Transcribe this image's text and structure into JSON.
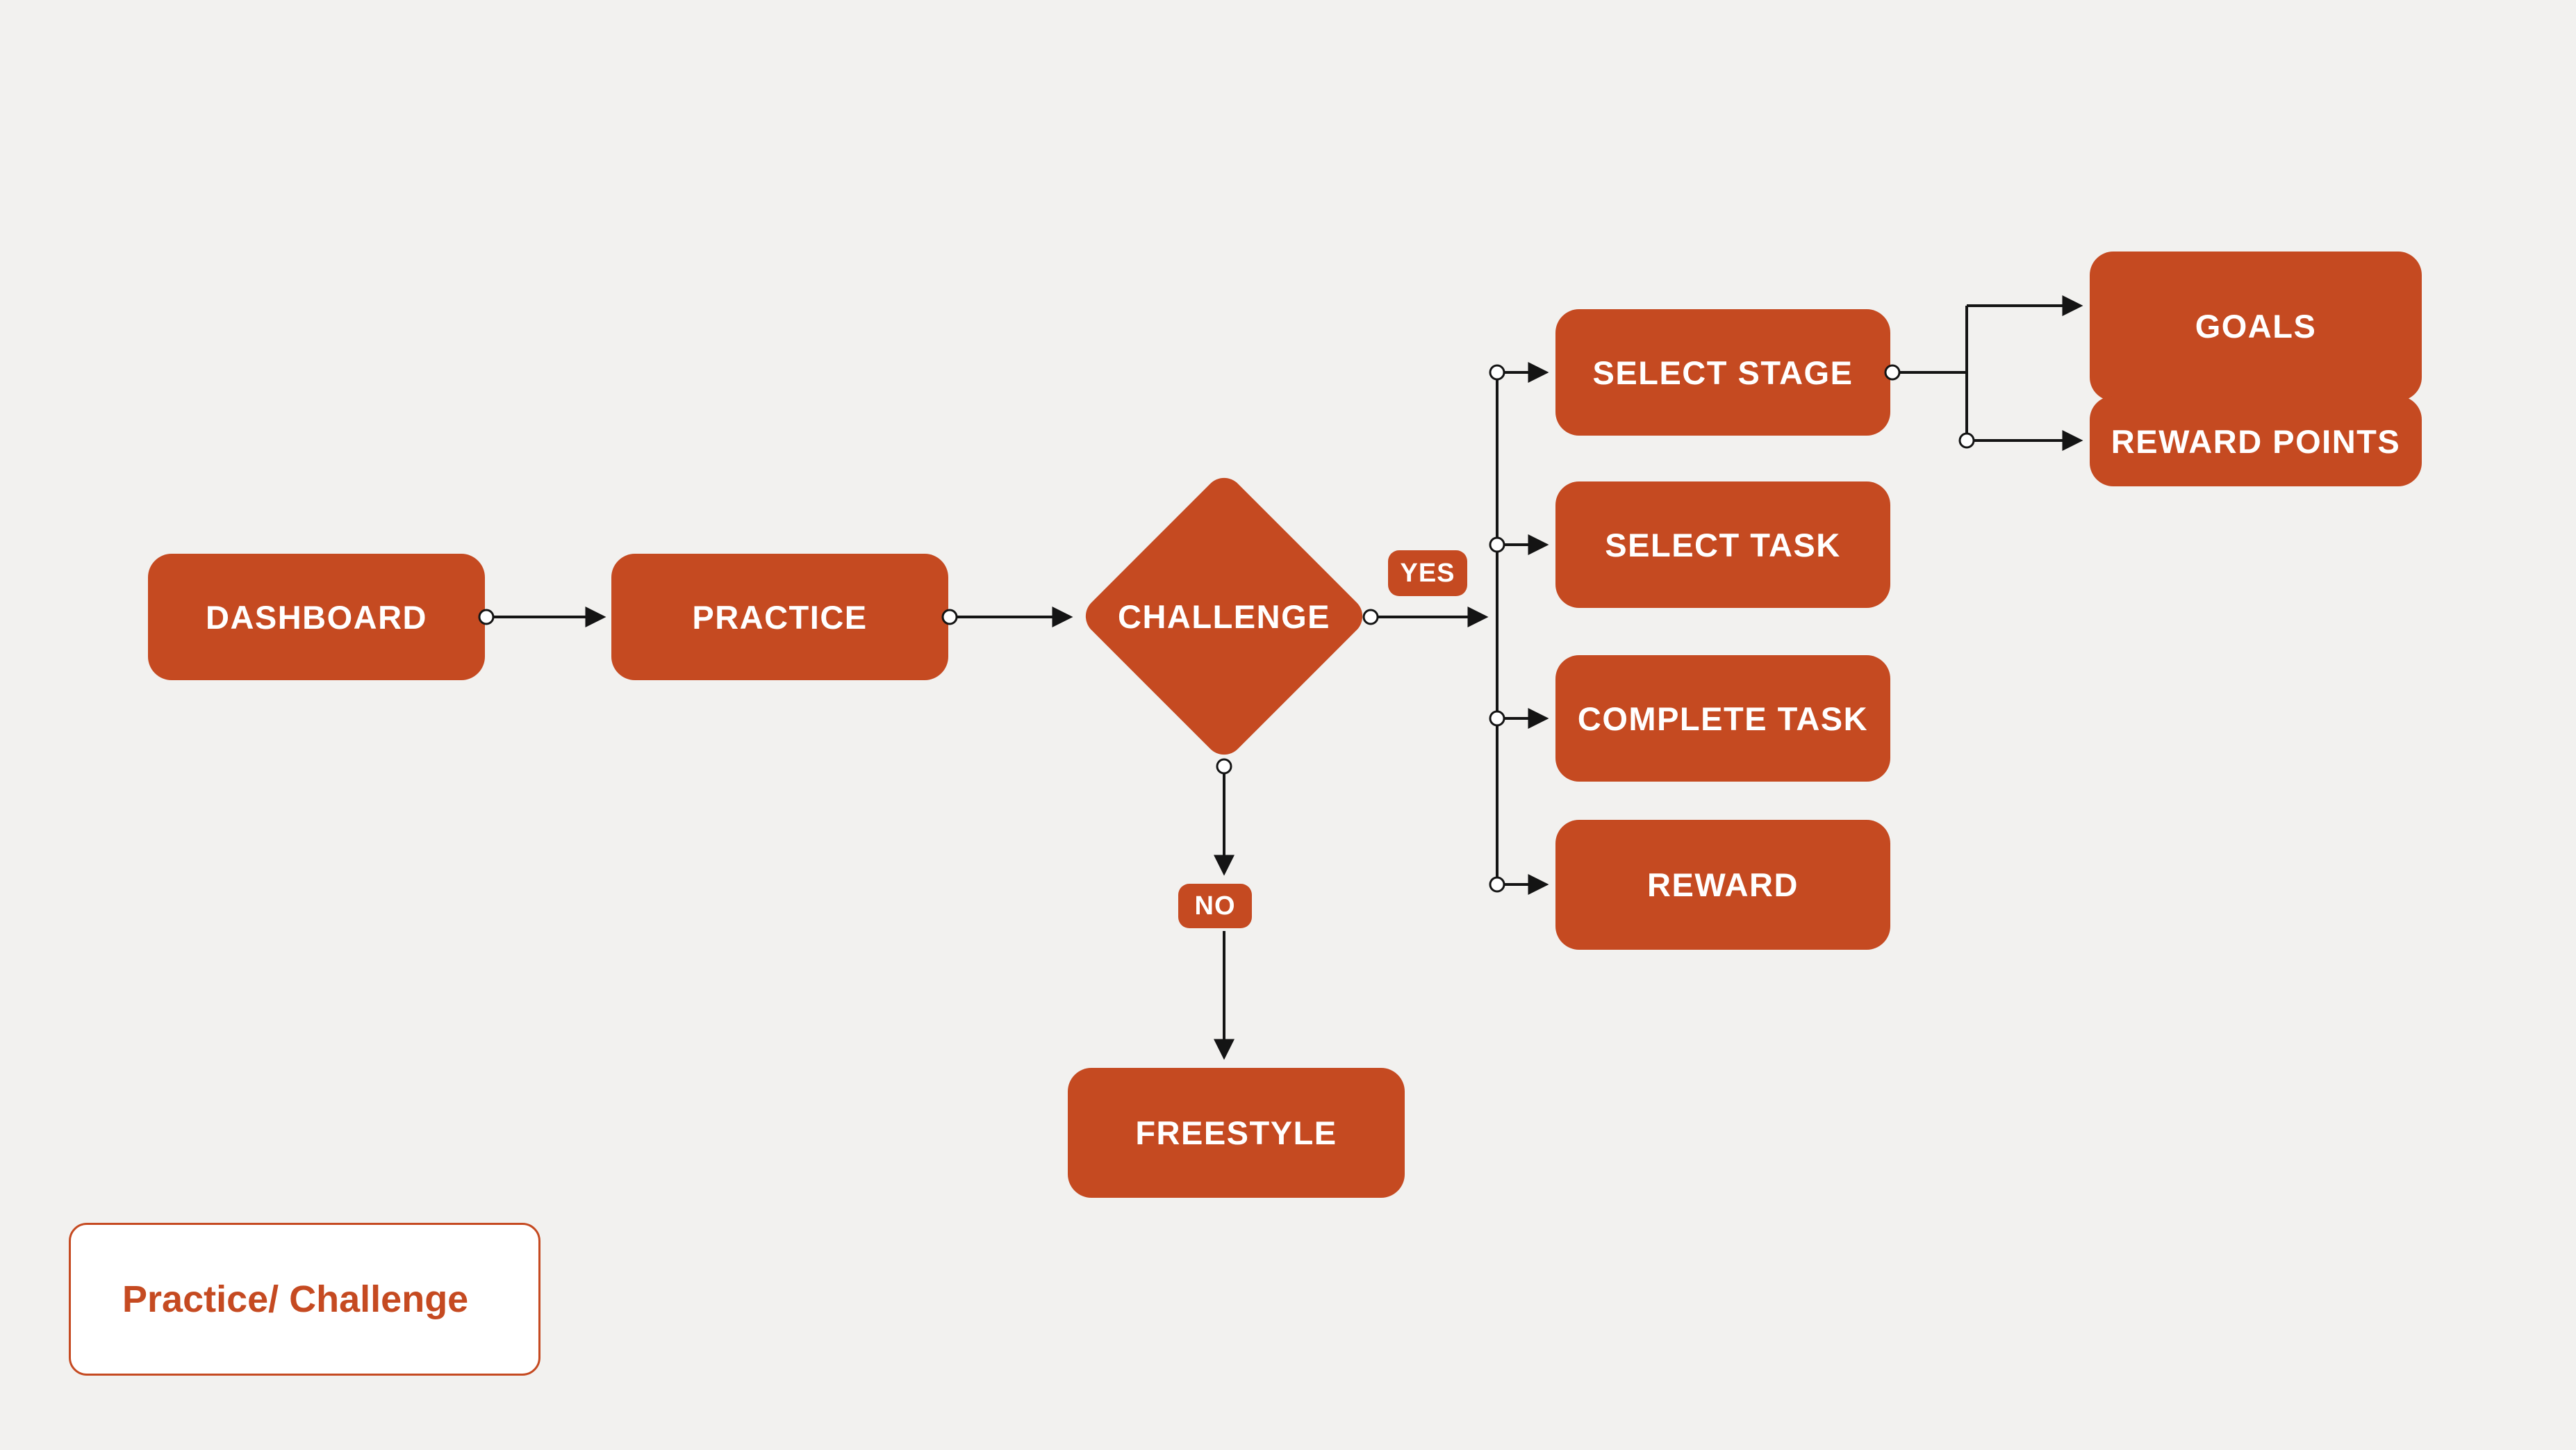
{
  "diagram": {
    "colors": {
      "background": "#f2f1ef",
      "node": "#c54a21",
      "line": "#141414",
      "node_text": "#ffffff"
    },
    "nodes": {
      "dashboard": {
        "label": "DASHBOARD",
        "type": "process"
      },
      "practice": {
        "label": "PRACTICE",
        "type": "process"
      },
      "challenge": {
        "label": "CHALLENGE",
        "type": "decision"
      },
      "select_stage": {
        "label": "SELECT STAGE",
        "type": "process"
      },
      "select_task": {
        "label": "SELECT TASK",
        "type": "process"
      },
      "complete_task": {
        "label": "COMPLETE TASK",
        "type": "process"
      },
      "reward": {
        "label": "REWARD",
        "type": "process"
      },
      "goals": {
        "label": "GOALS",
        "type": "process"
      },
      "reward_points": {
        "label": "REWARD POINTS",
        "type": "process"
      },
      "freestyle": {
        "label": "FREESTYLE",
        "type": "process"
      }
    },
    "edge_labels": {
      "yes": "YES",
      "no": "NO"
    },
    "edges": [
      {
        "from": "dashboard",
        "to": "practice"
      },
      {
        "from": "practice",
        "to": "challenge"
      },
      {
        "from": "challenge",
        "to": "select_stage",
        "label": "YES"
      },
      {
        "from": "challenge",
        "to": "select_task",
        "label": "YES"
      },
      {
        "from": "challenge",
        "to": "complete_task",
        "label": "YES"
      },
      {
        "from": "challenge",
        "to": "reward",
        "label": "YES"
      },
      {
        "from": "select_stage",
        "to": "goals"
      },
      {
        "from": "select_stage",
        "to": "reward_points"
      },
      {
        "from": "challenge",
        "to": "freestyle",
        "label": "NO"
      }
    ],
    "legend": {
      "label": "Practice/ Challenge"
    }
  }
}
